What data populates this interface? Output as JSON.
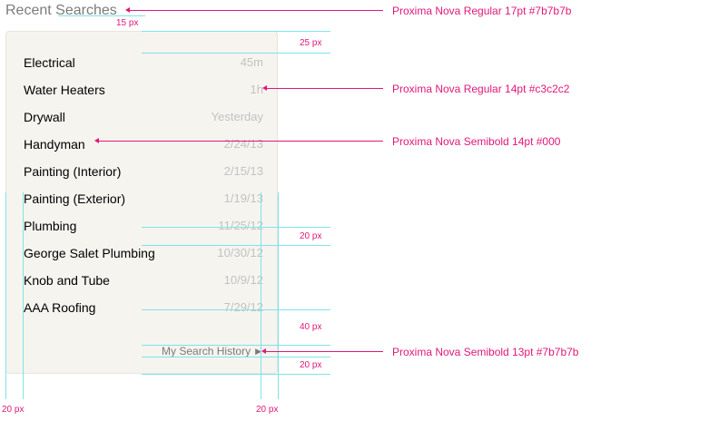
{
  "recent": {
    "title": "Recent Searches",
    "items": [
      {
        "label": "Electrical",
        "time": "45m"
      },
      {
        "label": "Water Heaters",
        "time": "1h"
      },
      {
        "label": "Drywall",
        "time": "Yesterday"
      },
      {
        "label": "Handyman",
        "time": "2/24/13"
      },
      {
        "label": "Painting (Interior)",
        "time": "2/15/13"
      },
      {
        "label": "Painting (Exterior)",
        "time": "1/19/13"
      },
      {
        "label": "Plumbing",
        "time": "11/25/12"
      },
      {
        "label": "George Salet Plumbing",
        "time": "10/30/12"
      },
      {
        "label": "Knob and Tube",
        "time": "10/9/12"
      },
      {
        "label": "AAA Roofing",
        "time": "7/29/12"
      }
    ],
    "history_link": "My Search History"
  },
  "specs": {
    "measures": {
      "title_gap": "15 px",
      "top_padding": "25 px",
      "row_gap": "20 px",
      "list_to_link": "40 px",
      "bottom_padding": "20 px",
      "left_padding": "20 px",
      "right_padding": "20 px"
    },
    "notes": {
      "title_font": "Proxima Nova Regular 17pt #7b7b7b",
      "time_font": "Proxima Nova Regular 14pt #c3c2c2",
      "item_font": "Proxima Nova Semibold 14pt #000",
      "link_font": "Proxima Nova Semibold 13pt #7b7b7b"
    }
  },
  "colors": {
    "title": "#7b7b7b",
    "time": "#c3c2c2",
    "item": "#000000",
    "link": "#7b7b7b",
    "panel_bg": "#f6f4ef",
    "annotation": "#e0187a",
    "guide": "#7fe3ea"
  }
}
